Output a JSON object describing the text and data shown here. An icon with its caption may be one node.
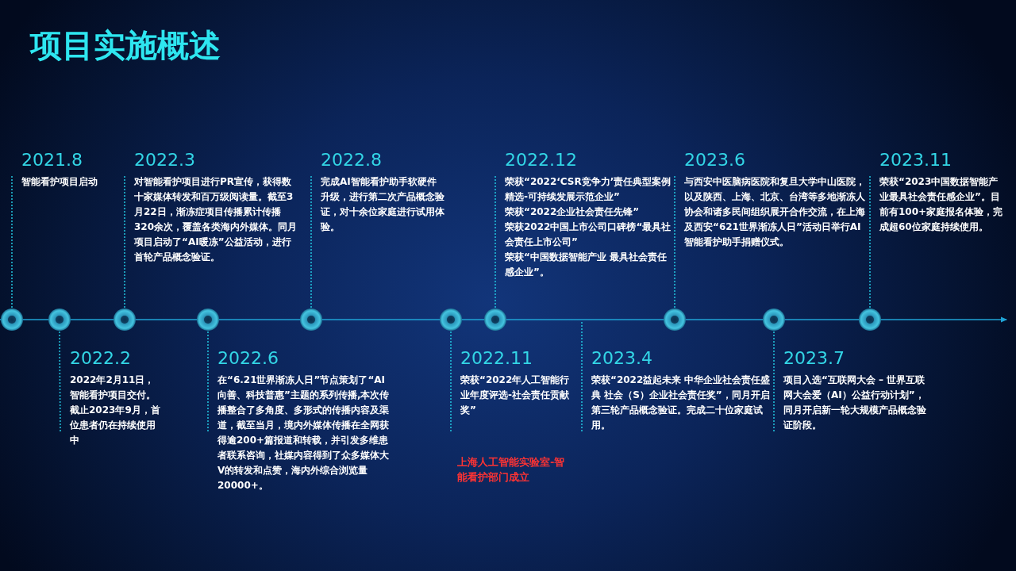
{
  "diagram": {
    "title": "项目实施概述",
    "nodes": [
      {
        "text": [
          "2021.8",
          "智能看护项目启动"
        ]
      },
      {
        "text": [
          "2022.2",
          "2022年2月11日，智能看护项目交付。截止2023年9月，首位患者仍在持续使用中"
        ]
      },
      {
        "text": [
          "2022.3",
          "对智能看护项目进行PR宣传，获得数十家媒体转发和百万级阅读量。截至3月22日，渐冻症项目传播累计传播320余次，覆盖各类海内外媒体。同月项目启动了“AI暖冻”公益活动，进行首轮产品概念验证。"
        ]
      },
      {
        "text": [
          "2022.6",
          "在“6.21世界渐冻人日”节点策划了“AI向善、科技普惠”主题的系列传播,本次传播整合了多角度、多形式的传播内容及渠道，截至当月，境内外媒体传播在全网获得逾200+篇报道和转载，并引发多维患者联系咨询，社媒内容得到了众多媒体大V的转发和点赞，海内外综合浏览量20000+。"
        ]
      },
      {
        "text": [
          "2022.8",
          "完成AI智能看护助手软硬件升级，进行第二次产品概念验证，对十余位家庭进行试用体验。"
        ]
      },
      {
        "text": [
          "2022.11",
          "荣获“2022年人工智能行业年度评选-社会责任贡献奖”"
        ]
      },
      {
        "text": [
          "2022.12",
          "荣获“2022‘CSR竞争力’责任典型案例精选-可持续发展示范企业”",
          "荣获“2022企业社会责任先锋”",
          "荣获2022中国上市公司口碑榜“最具社会责任上市公司”",
          "荣获“中国数据智能产业 最具社会责任感企业”。"
        ]
      },
      {
        "text": [
          "2023.4",
          "荣获“2022益起未来 中华企业社会责任盛典 社会（S）企业社会责任奖”，同月开启第三轮产品概念验证。完成二十位家庭试用。"
        ]
      },
      {
        "text": [
          "2023.6",
          "与西安中医脑病医院和复旦大学中山医院，以及陕西、上海、北京、台湾等多地渐冻人协会和诸多民间组织展开合作交流，在上海及西安“621世界渐冻人日”活动日举行AI智能看护助手捐赠仪式。"
        ]
      },
      {
        "text": [
          "2023.7",
          "项目入选“互联网大会 – 世界互联网大会爱（AI）公益行动计划”，同月开启新一轮大规模产品概念验证阶段。"
        ]
      },
      {
        "text": [
          "2023.11",
          "荣获“2023中国数据智能产业最具社会责任感企业”。目前有100+家庭报名体验，完成超60位家庭持续使用。"
        ]
      },
      {
        "text": [],
        "shape": "circle"
      },
      {
        "text": [],
        "shape": "circle"
      },
      {
        "text": [],
        "shape": "circle"
      },
      {
        "text": [],
        "shape": "circle"
      },
      {
        "text": [],
        "shape": "circle"
      },
      {
        "text": [],
        "shape": "circle"
      },
      {
        "text": [],
        "shape": "circle"
      },
      {
        "text": [],
        "shape": "circle"
      },
      {
        "text": [],
        "shape": "circle"
      },
      {
        "text": [],
        "shape": "circle"
      }
    ],
    "edges": [
      {
        "from": 11,
        "to": 0,
        "arrow": "none",
        "style": "dashed"
      },
      {
        "from": 12,
        "to": 1,
        "arrow": "none",
        "style": "dashed"
      },
      {
        "from": 13,
        "to": 2,
        "arrow": "none",
        "style": "dashed"
      },
      {
        "from": 14,
        "to": 3,
        "arrow": "none",
        "style": "dashed"
      },
      {
        "from": 15,
        "to": 4,
        "arrow": "none",
        "style": "dashed"
      },
      {
        "from": 16,
        "to": 5,
        "arrow": "none",
        "style": "dashed"
      },
      {
        "from": 17,
        "to": 6,
        "arrow": "none",
        "style": "dashed"
      },
      {
        "from": null,
        "to": 7,
        "arrow": "none",
        "style": "dashed"
      },
      {
        "from": 18,
        "to": 8,
        "arrow": "none",
        "style": "dashed"
      },
      {
        "from": 19,
        "to": 9,
        "arrow": "none",
        "style": "dashed"
      },
      {
        "from": 20,
        "to": 10,
        "arrow": "none",
        "style": "dashed"
      }
    ],
    "labels": [
      "上海人工智能实验室-智能看护部门成立"
    ]
  }
}
